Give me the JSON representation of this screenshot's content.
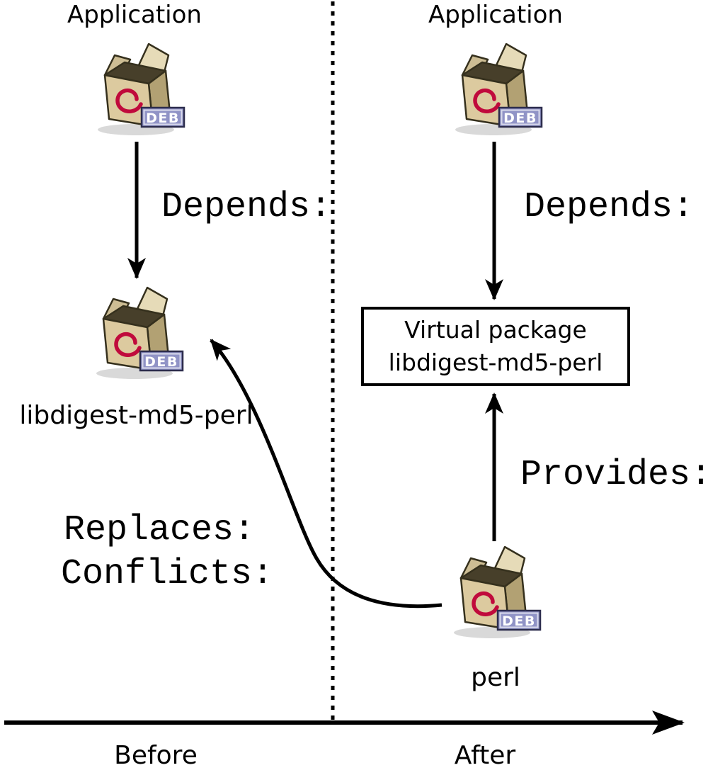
{
  "colors": {
    "line_black": "#000000",
    "box_front_tan": "#dcca9f",
    "box_side_tan": "#b2a173",
    "box_flap_cream": "#e6dbb8",
    "box_opening_dark": "#473f2a",
    "swirl_red": "#c00a3c",
    "badge_blue": "#9093c6",
    "badge_text_white": "#ffffff"
  },
  "icons": {
    "deb_badge": "DEB"
  },
  "before": {
    "application_label": "Application",
    "depends_label": "Depends:",
    "package_label": "libdigest-md5-perl",
    "replaces_label": "Replaces:",
    "conflicts_label": "Conflicts:",
    "axis_label": "Before"
  },
  "after": {
    "application_label": "Application",
    "depends_label": "Depends:",
    "virtual_package_line1": "Virtual package",
    "virtual_package_line2": "libdigest-md5-perl",
    "provides_label": "Provides:",
    "package_label": "perl",
    "axis_label": "After"
  }
}
